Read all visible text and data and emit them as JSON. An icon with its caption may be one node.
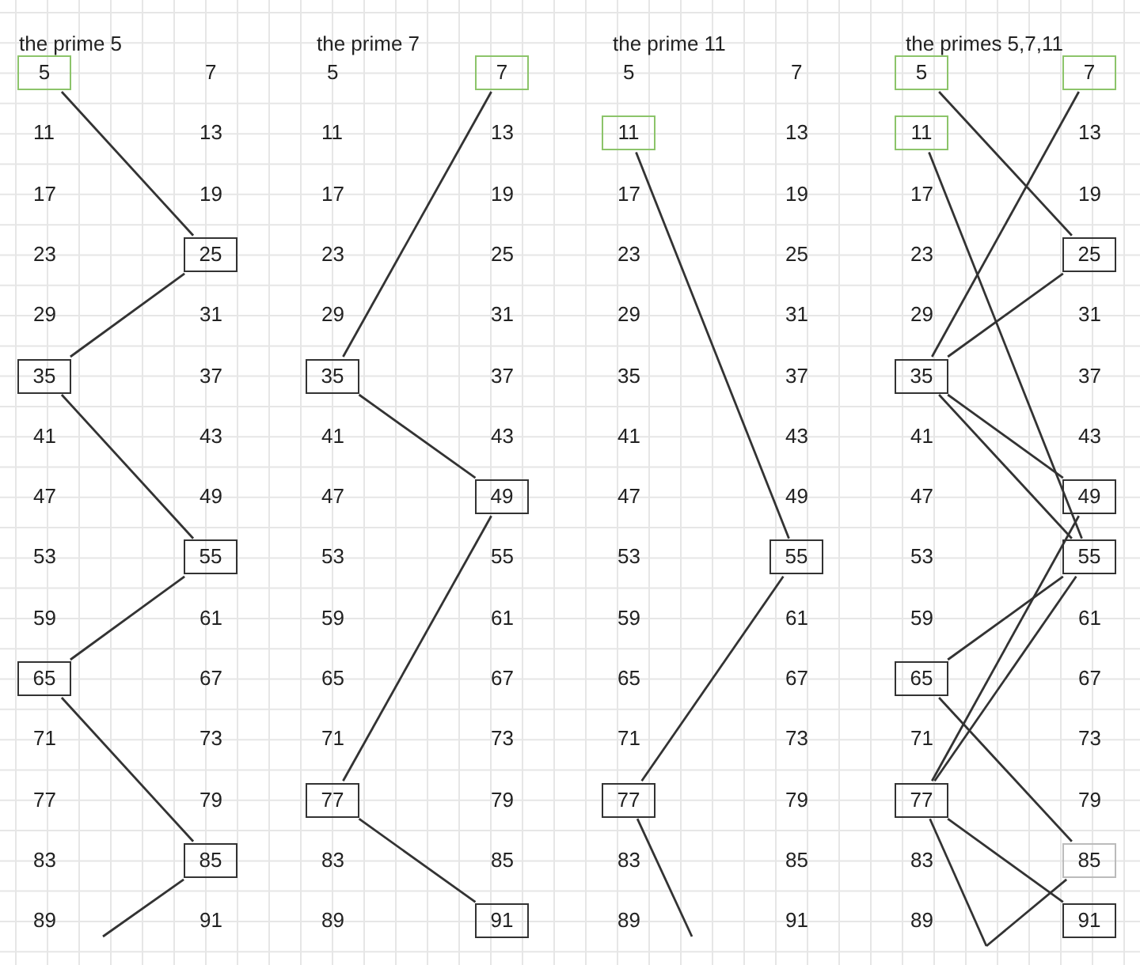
{
  "diagram": {
    "nodes": [
      {
        "text": [
          "5"
        ]
      },
      {
        "text": [
          "25"
        ]
      },
      {
        "text": [
          "35"
        ]
      },
      {
        "text": [
          "55"
        ]
      },
      {
        "text": [
          "65"
        ]
      },
      {
        "text": [
          "85"
        ]
      },
      {
        "text": [
          "7"
        ]
      },
      {
        "text": [
          "35"
        ]
      },
      {
        "text": [
          "49"
        ]
      },
      {
        "text": [
          "77"
        ]
      },
      {
        "text": [
          "91"
        ]
      },
      {
        "text": [
          "11"
        ]
      },
      {
        "text": [
          "55"
        ]
      },
      {
        "text": [
          "77"
        ]
      },
      {
        "text": [
          "5"
        ]
      },
      {
        "text": [
          "7"
        ]
      },
      {
        "text": [
          "11"
        ]
      },
      {
        "text": [
          "25"
        ]
      },
      {
        "text": [
          "35"
        ]
      },
      {
        "text": [
          "49"
        ]
      },
      {
        "text": [
          "55"
        ]
      },
      {
        "text": [
          "65"
        ]
      },
      {
        "text": [
          "77"
        ]
      },
      {
        "text": [
          "85"
        ]
      },
      {
        "text": [
          "91"
        ]
      }
    ],
    "edges": [
      {
        "from": 0,
        "to": 1,
        "arrow": "none"
      },
      {
        "from": 1,
        "to": 2,
        "arrow": "none"
      },
      {
        "from": 2,
        "to": 3,
        "arrow": "none"
      },
      {
        "from": 3,
        "to": 4,
        "arrow": "none"
      },
      {
        "from": 4,
        "to": 5,
        "arrow": "none"
      },
      {
        "from": 5,
        "to": null,
        "arrow": "none"
      },
      {
        "from": 6,
        "to": 7,
        "arrow": "none"
      },
      {
        "from": 7,
        "to": 8,
        "arrow": "none"
      },
      {
        "from": 8,
        "to": 9,
        "arrow": "none"
      },
      {
        "from": 9,
        "to": 10,
        "arrow": "none"
      },
      {
        "from": 11,
        "to": 12,
        "arrow": "none"
      },
      {
        "from": 12,
        "to": 13,
        "arrow": "none"
      },
      {
        "from": 13,
        "to": null,
        "arrow": "none"
      },
      {
        "from": 14,
        "to": 17,
        "arrow": "none"
      },
      {
        "from": 15,
        "to": 18,
        "arrow": "none"
      },
      {
        "from": 16,
        "to": 20,
        "arrow": "none"
      },
      {
        "from": 17,
        "to": 18,
        "arrow": "none"
      },
      {
        "from": 18,
        "to": 19,
        "arrow": "none"
      },
      {
        "from": 18,
        "to": 20,
        "arrow": "none"
      },
      {
        "from": 19,
        "to": 22,
        "arrow": "none"
      },
      {
        "from": 20,
        "to": 22,
        "arrow": "none"
      },
      {
        "from": 20,
        "to": 21,
        "arrow": "none"
      },
      {
        "from": 21,
        "to": 23,
        "arrow": "none"
      },
      {
        "from": 22,
        "to": 24,
        "arrow": "none"
      },
      {
        "from": 22,
        "to": null,
        "arrow": "none"
      },
      {
        "from": 23,
        "to": null,
        "arrow": "none"
      }
    ],
    "labels": [
      "the prime 5",
      "7",
      "11",
      "13",
      "17",
      "19",
      "23",
      "29",
      "31",
      "37",
      "41",
      "43",
      "47",
      "49",
      "53",
      "59",
      "61",
      "67",
      "71",
      "73",
      "77",
      "79",
      "83",
      "89",
      "91",
      "the prime 7",
      "5",
      "11",
      "13",
      "17",
      "19",
      "23",
      "25",
      "29",
      "31",
      "37",
      "41",
      "43",
      "47",
      "53",
      "55",
      "59",
      "61",
      "65",
      "67",
      "71",
      "73",
      "79",
      "83",
      "85",
      "89",
      "the prime 11",
      "5",
      "7",
      "13",
      "17",
      "19",
      "23",
      "25",
      "29",
      "31",
      "35",
      "37",
      "41",
      "43",
      "47",
      "49",
      "53",
      "59",
      "61",
      "65",
      "67",
      "71",
      "73",
      "79",
      "83",
      "85",
      "89",
      "91",
      "the primes 5,7,11",
      "13",
      "17",
      "19",
      "23",
      "29",
      "31",
      "37",
      "41",
      "43",
      "47",
      "53",
      "59",
      "61",
      "67",
      "71",
      "73",
      "79",
      "83",
      "89"
    ]
  }
}
